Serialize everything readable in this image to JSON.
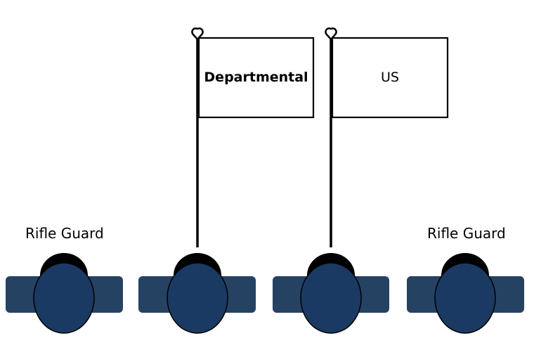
{
  "colors": {
    "body": "#264263",
    "head": "#1b3a63",
    "hat": "#000000",
    "outline": "#000000",
    "flag_fill": "#ffffff",
    "background": "#ffffff"
  },
  "guards": [
    {
      "role": "rifle",
      "label": "Rifle Guard"
    },
    {
      "role": "flag-bearer-departmental"
    },
    {
      "role": "flag-bearer-us"
    },
    {
      "role": "rifle",
      "label": "Rifle Guard"
    }
  ],
  "flags": [
    {
      "label": "Departmental",
      "bold": true
    },
    {
      "label": "US",
      "bold": false
    }
  ]
}
